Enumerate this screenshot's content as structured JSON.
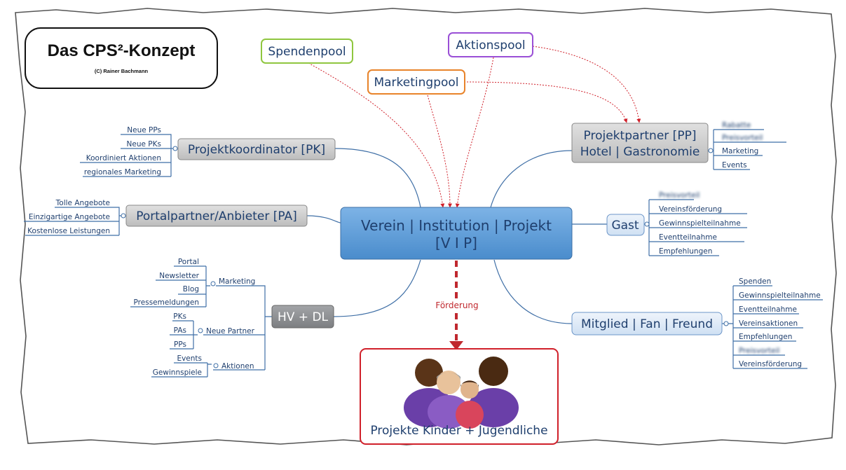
{
  "title": "Das CPS²-Konzept",
  "author": "(C) Rainer Bachmann",
  "center": {
    "line1": "Verein | Institution | Projekt",
    "line2": "[V I P]"
  },
  "pools": {
    "spenden": "Spendenpool",
    "aktion": "Aktionspool",
    "marketing": "Marketingpool"
  },
  "pk": {
    "label": "Projektkoordinator [PK]",
    "items": [
      "Neue PPs",
      "Neue PKs",
      "Koordiniert Aktionen",
      "regionales Marketing"
    ]
  },
  "pa": {
    "label": "Portalpartner/Anbieter [PA]",
    "items": [
      "Tolle Angebote",
      "Einzigartige Angebote",
      "Kostenlose Leistungen"
    ]
  },
  "pp": {
    "line1": "Projektpartner [PP]",
    "line2": "Hotel | Gastronomie",
    "items": [
      "Rabatte",
      "Preisvorteil",
      "Marketing",
      "Events"
    ]
  },
  "gast": {
    "label": "Gast",
    "items": [
      "Preisvorteil",
      "Vereinsförderung",
      "Gewinnspielteilnahme",
      "Eventteilnahme",
      "Empfehlungen"
    ]
  },
  "hvdl": {
    "label": "HV + DL",
    "marketing": {
      "label": "Marketing",
      "items": [
        "Portal",
        "Newsletter",
        "Blog",
        "Pressemeldungen"
      ]
    },
    "partner": {
      "label": "Neue Partner",
      "items": [
        "PKs",
        "PAs",
        "PPs"
      ]
    },
    "aktionen": {
      "label": "Aktionen",
      "items": [
        "Events",
        "Gewinnspiele"
      ]
    }
  },
  "mitglied": {
    "label": "Mitglied | Fan | Freund",
    "items": [
      "Spenden",
      "Gewinnspielteilnahme",
      "Eventteilnahme",
      "Vereinsaktionen",
      "Empfehlungen",
      "Preisvorteil",
      "Vereinsförderung"
    ]
  },
  "foerderung": "Förderung",
  "kinder": "Projekte Kinder + Jugendliche",
  "colors": {
    "center": "#5b9bd5",
    "grey_node": "#c8c8c8",
    "dark_node": "#8d8f92",
    "light_node": "#dbe8f6",
    "spenden": "#8fc63f",
    "aktion": "#9a4fd6",
    "marketing": "#e8832a",
    "red": "#d0202a",
    "text": "#1f3f6e"
  }
}
